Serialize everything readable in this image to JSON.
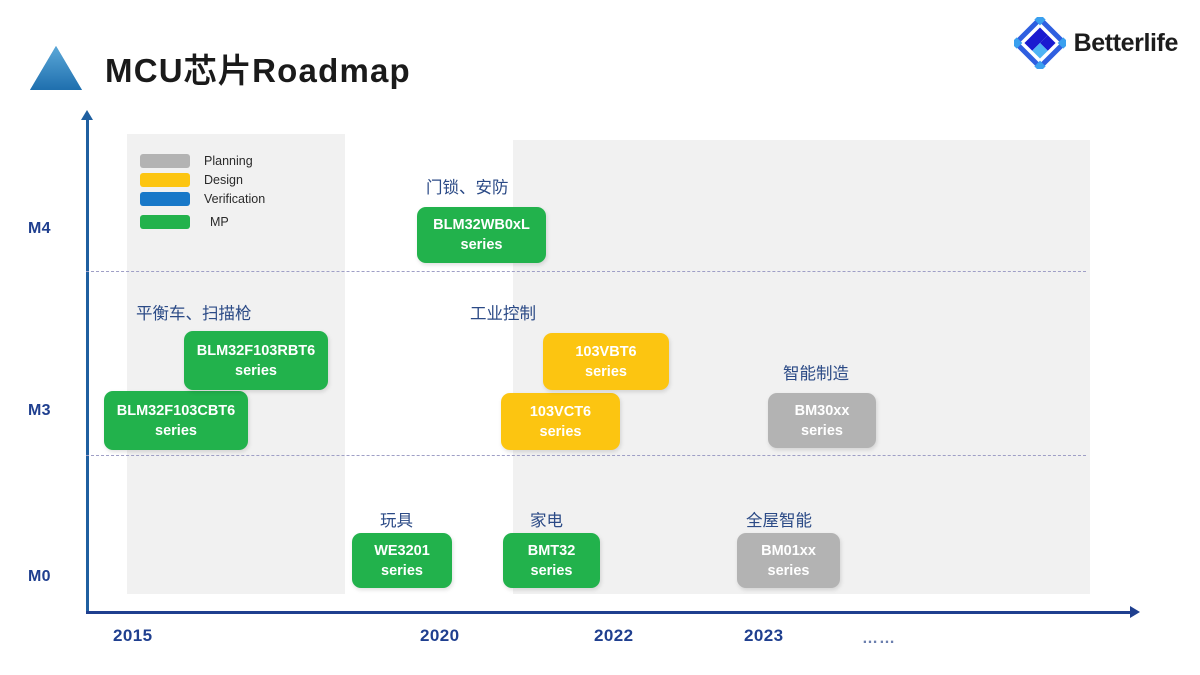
{
  "header": {
    "title": "MCU芯片Roadmap",
    "triangle_icon": "triangle-icon",
    "logo_text": "Betterlife"
  },
  "legend": {
    "items": [
      {
        "label": "Planning",
        "color": "#b3b3b3",
        "key": "planning"
      },
      {
        "label": "Design",
        "color": "#fcc511",
        "key": "design"
      },
      {
        "label": "Verification",
        "color": "#1878c8",
        "key": "verification"
      },
      {
        "label": "MP",
        "color": "#22b24c",
        "key": "mp"
      }
    ]
  },
  "axes": {
    "y_labels": [
      "M4",
      "M3",
      "M0"
    ],
    "x_labels": [
      "2015",
      "2020",
      "2022",
      "2023",
      "……"
    ]
  },
  "categories": [
    {
      "name": "平衡车、扫描枪"
    },
    {
      "name": "门锁、安防"
    },
    {
      "name": "工业控制"
    },
    {
      "name": "智能制造"
    },
    {
      "name": "玩具"
    },
    {
      "name": "家电"
    },
    {
      "name": "全屋智能"
    }
  ],
  "products": [
    {
      "name": "BLM32F103CBT6",
      "sub": "series",
      "status": "MP",
      "category": "平衡车、扫描枪",
      "year": "2015",
      "milestone": "M3"
    },
    {
      "name": "BLM32F103RBT6",
      "sub": "series",
      "status": "MP",
      "category": "平衡车、扫描枪",
      "year": "2015",
      "milestone": "M3"
    },
    {
      "name": "BLM32WB0xL",
      "sub": "series",
      "status": "MP",
      "category": "门锁、安防",
      "year": "2020",
      "milestone": "M4"
    },
    {
      "name": "103VCT6",
      "sub": "series",
      "status": "Design",
      "category": "工业控制",
      "year": "2022",
      "milestone": "M3"
    },
    {
      "name": "103VBT6",
      "sub": "series",
      "status": "Design",
      "category": "工业控制",
      "year": "2022",
      "milestone": "M3"
    },
    {
      "name": "BM30xx",
      "sub": "series",
      "status": "Planning",
      "category": "智能制造",
      "year": "2023",
      "milestone": "M3"
    },
    {
      "name": "WE3201",
      "sub": "series",
      "status": "MP",
      "category": "玩具",
      "year": "2020",
      "milestone": "M0"
    },
    {
      "name": "BMT32",
      "sub": "series",
      "status": "MP",
      "category": "家电",
      "year": "2022",
      "milestone": "M0"
    },
    {
      "name": "BM01xx",
      "sub": "series",
      "status": "Planning",
      "category": "全屋智能",
      "year": "2023",
      "milestone": "M0"
    }
  ],
  "colors": {
    "planning": "#b3b3b3",
    "design": "#fcc511",
    "verification": "#1878c8",
    "mp": "#22b24c",
    "axis": "#1f3f8f",
    "band": "#f1f1f1",
    "caption": "#2b4a86",
    "dashed": "#9f9fc6"
  }
}
